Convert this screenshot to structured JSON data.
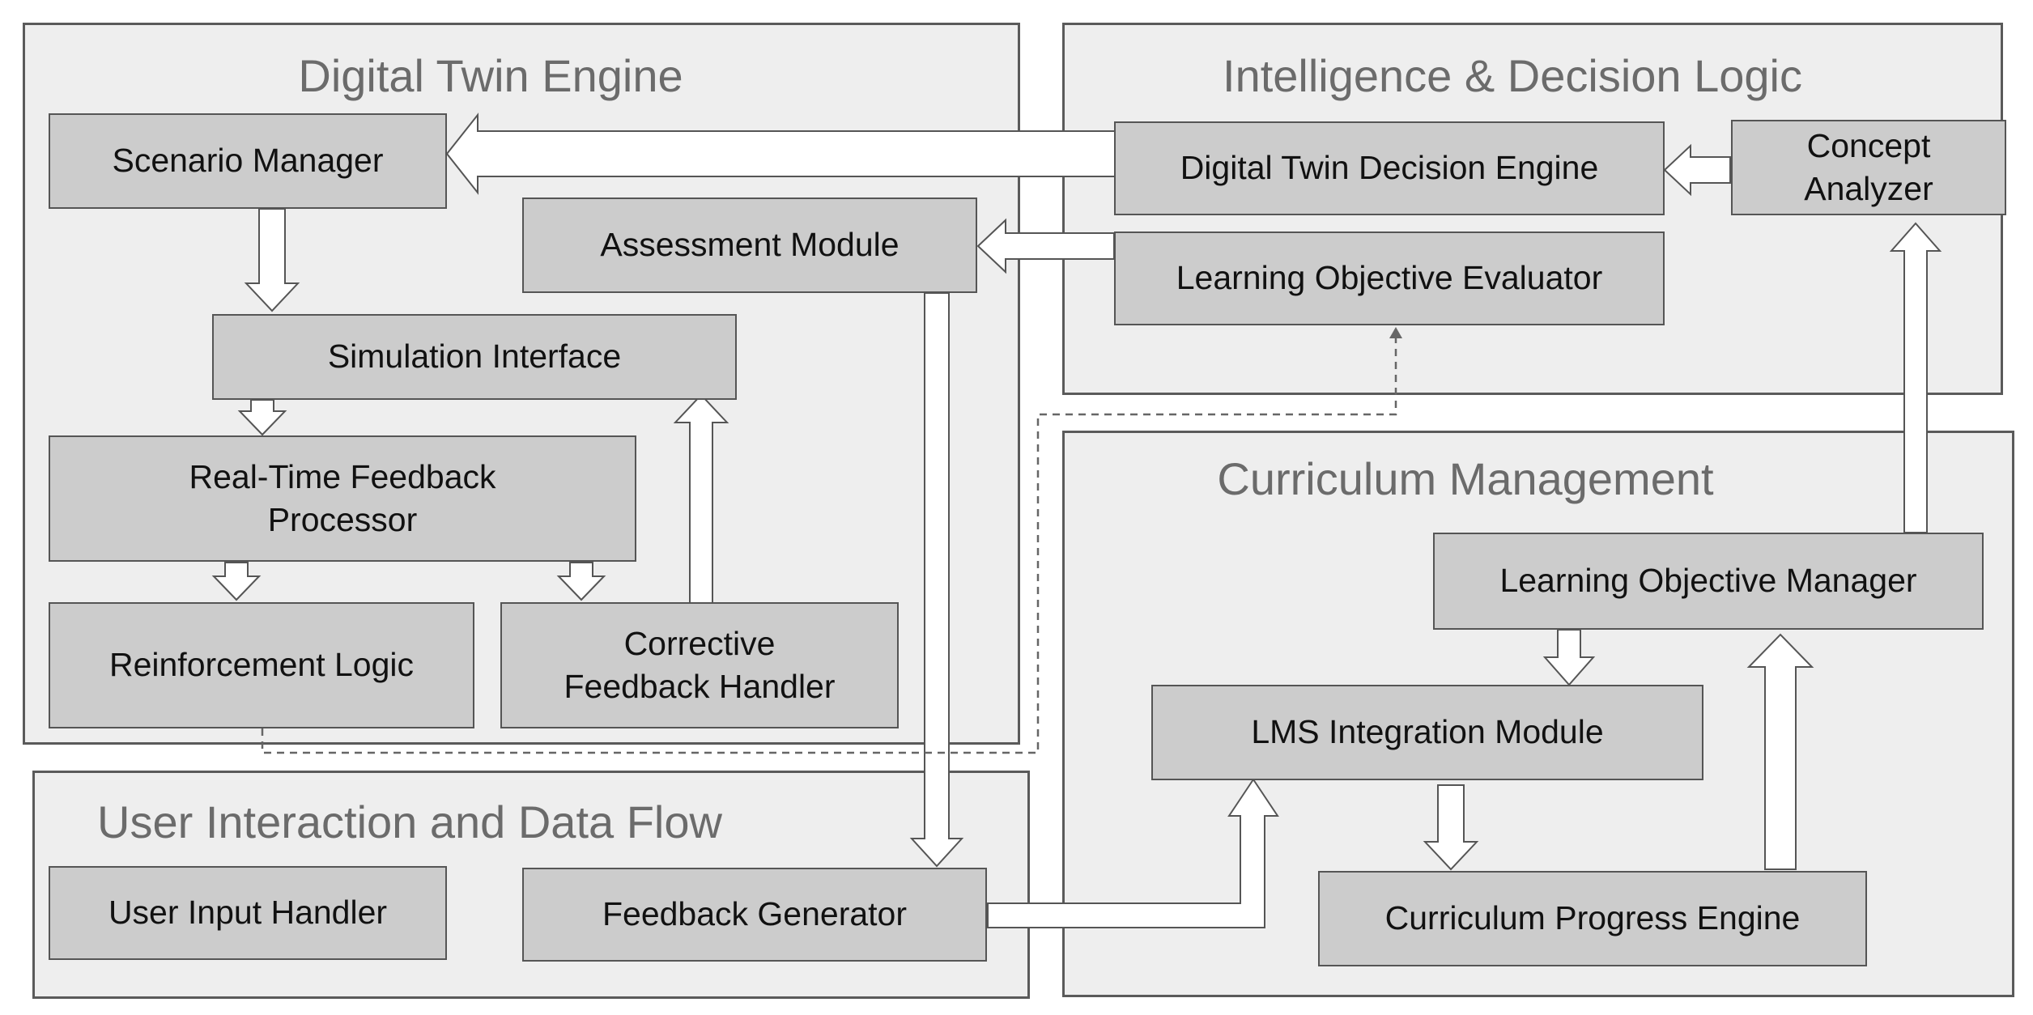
{
  "groups": {
    "digital_twin": {
      "title": "Digital Twin Engine"
    },
    "intelligence": {
      "title": "Intelligence & Decision Logic"
    },
    "curriculum": {
      "title": "Curriculum Management"
    },
    "user_interaction": {
      "title": "User Interaction and Data Flow"
    }
  },
  "boxes": {
    "scenario_manager": {
      "label": "Scenario Manager"
    },
    "assessment_module": {
      "label": "Assessment Module"
    },
    "simulation_interface": {
      "label": "Simulation Interface"
    },
    "realtime_feedback": {
      "label_line1": "Real-Time Feedback",
      "label_line2": "Processor"
    },
    "reinforcement_logic": {
      "label": "Reinforcement Logic"
    },
    "corrective_feedback": {
      "label_line1": "Corrective",
      "label_line2": "Feedback Handler"
    },
    "decision_engine": {
      "label": "Digital Twin Decision Engine"
    },
    "concept_analyzer": {
      "label_line1": "Concept",
      "label_line2": "Analyzer"
    },
    "objective_evaluator": {
      "label": "Learning Objective Evaluator"
    },
    "objective_manager": {
      "label": "Learning Objective Manager"
    },
    "lms_integration": {
      "label": "LMS Integration Module"
    },
    "progress_engine": {
      "label": "Curriculum Progress Engine"
    },
    "user_input": {
      "label": "User Input Handler"
    },
    "feedback_generator": {
      "label": "Feedback Generator"
    }
  },
  "colors": {
    "group_fill": "#eeeeee",
    "box_fill": "#cccccc",
    "border": "#555555",
    "arrow_fill": "#ffffff",
    "title_text": "#6b6b6b"
  }
}
